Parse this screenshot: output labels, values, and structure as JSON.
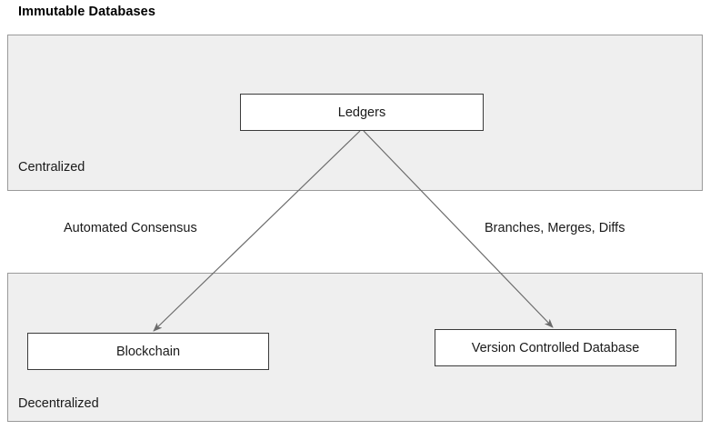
{
  "page": {
    "title": "Immutable Databases",
    "background_color": "#ffffff"
  },
  "colors": {
    "group_fill": "#efefef",
    "group_border": "#9a9a9a",
    "node_fill": "#ffffff",
    "node_border": "#3b3b3b",
    "edge_stroke": "#6b6b6b",
    "text": "#1a1a1a"
  },
  "groups": [
    {
      "id": "centralized",
      "label": "Centralized"
    },
    {
      "id": "decentralized",
      "label": "Decentralized"
    }
  ],
  "nodes": [
    {
      "id": "ledgers",
      "label": "Ledgers",
      "group": "centralized"
    },
    {
      "id": "blockchain",
      "label": "Blockchain",
      "group": "decentralized"
    },
    {
      "id": "version-controlled-database",
      "label": "Version Controlled Database",
      "group": "decentralized"
    }
  ],
  "edges": [
    {
      "id": "ledgers-to-blockchain",
      "from": "ledgers",
      "to": "blockchain",
      "label": "Automated Consensus",
      "arrow": "arrow-head-icon"
    },
    {
      "id": "ledgers-to-version-controlled-database",
      "from": "ledgers",
      "to": "version-controlled-database",
      "label": "Branches, Merges, Diffs",
      "arrow": "arrow-head-icon"
    }
  ]
}
